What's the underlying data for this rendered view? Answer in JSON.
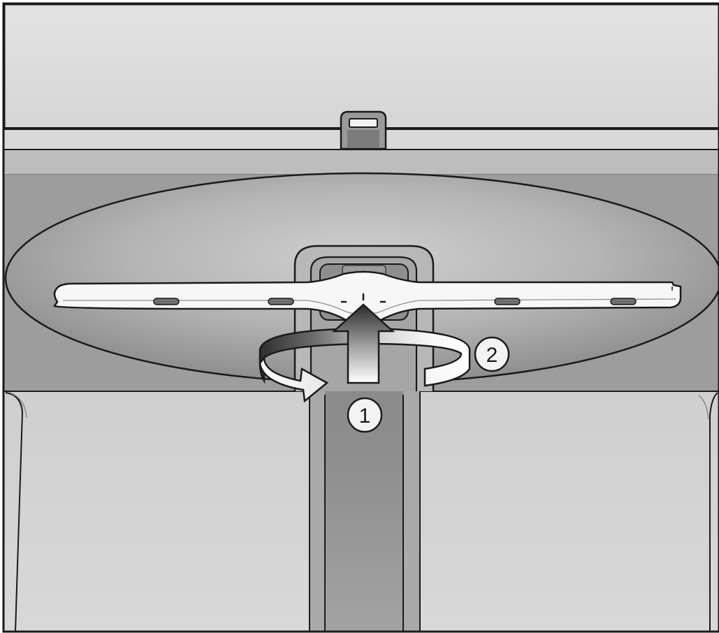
{
  "diagram": {
    "steps": [
      {
        "number": "1",
        "action": "push-up"
      },
      {
        "number": "2",
        "action": "rotate"
      }
    ]
  },
  "colors": {
    "outline": "#1a1a1a",
    "light_panel": "#dcdcdc",
    "mid_panel": "#bdbdbd",
    "dark_floor": "#9d9d9d",
    "spray_arm": "#f7f7f7",
    "arrow_light": "#ffffff",
    "arrow_dark": "#3a3a3a"
  },
  "icons": {
    "push_arrow": "up-arrow-icon",
    "rotate_arrow": "rotate-arrow-icon"
  }
}
